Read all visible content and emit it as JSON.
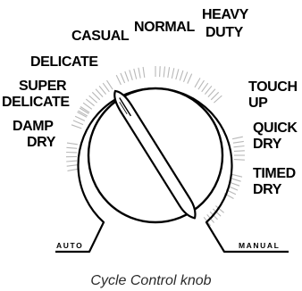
{
  "dial_labels": {
    "casual": "CASUAL",
    "normal": "NORMAL",
    "heavy_duty_1": "HEAVY",
    "heavy_duty_2": "DUTY",
    "delicate": "DELICATE",
    "super_delicate_1": "SUPER",
    "super_delicate_2": "DELICATE",
    "damp_dry_1": "DAMP",
    "damp_dry_2": "DRY",
    "touch_up_1": "TOUCH",
    "touch_up_2": "UP",
    "quick_dry_1": "QUICK",
    "quick_dry_2": "DRY",
    "timed_dry_1": "TIMED",
    "timed_dry_2": "DRY"
  },
  "track_labels": {
    "auto": "AUTO",
    "manual": "MANUAL"
  },
  "caption": "Cycle Control knob",
  "colors": {
    "ink": "#000000",
    "tick": "#b8b8b8",
    "caption": "#2b2b2b"
  }
}
